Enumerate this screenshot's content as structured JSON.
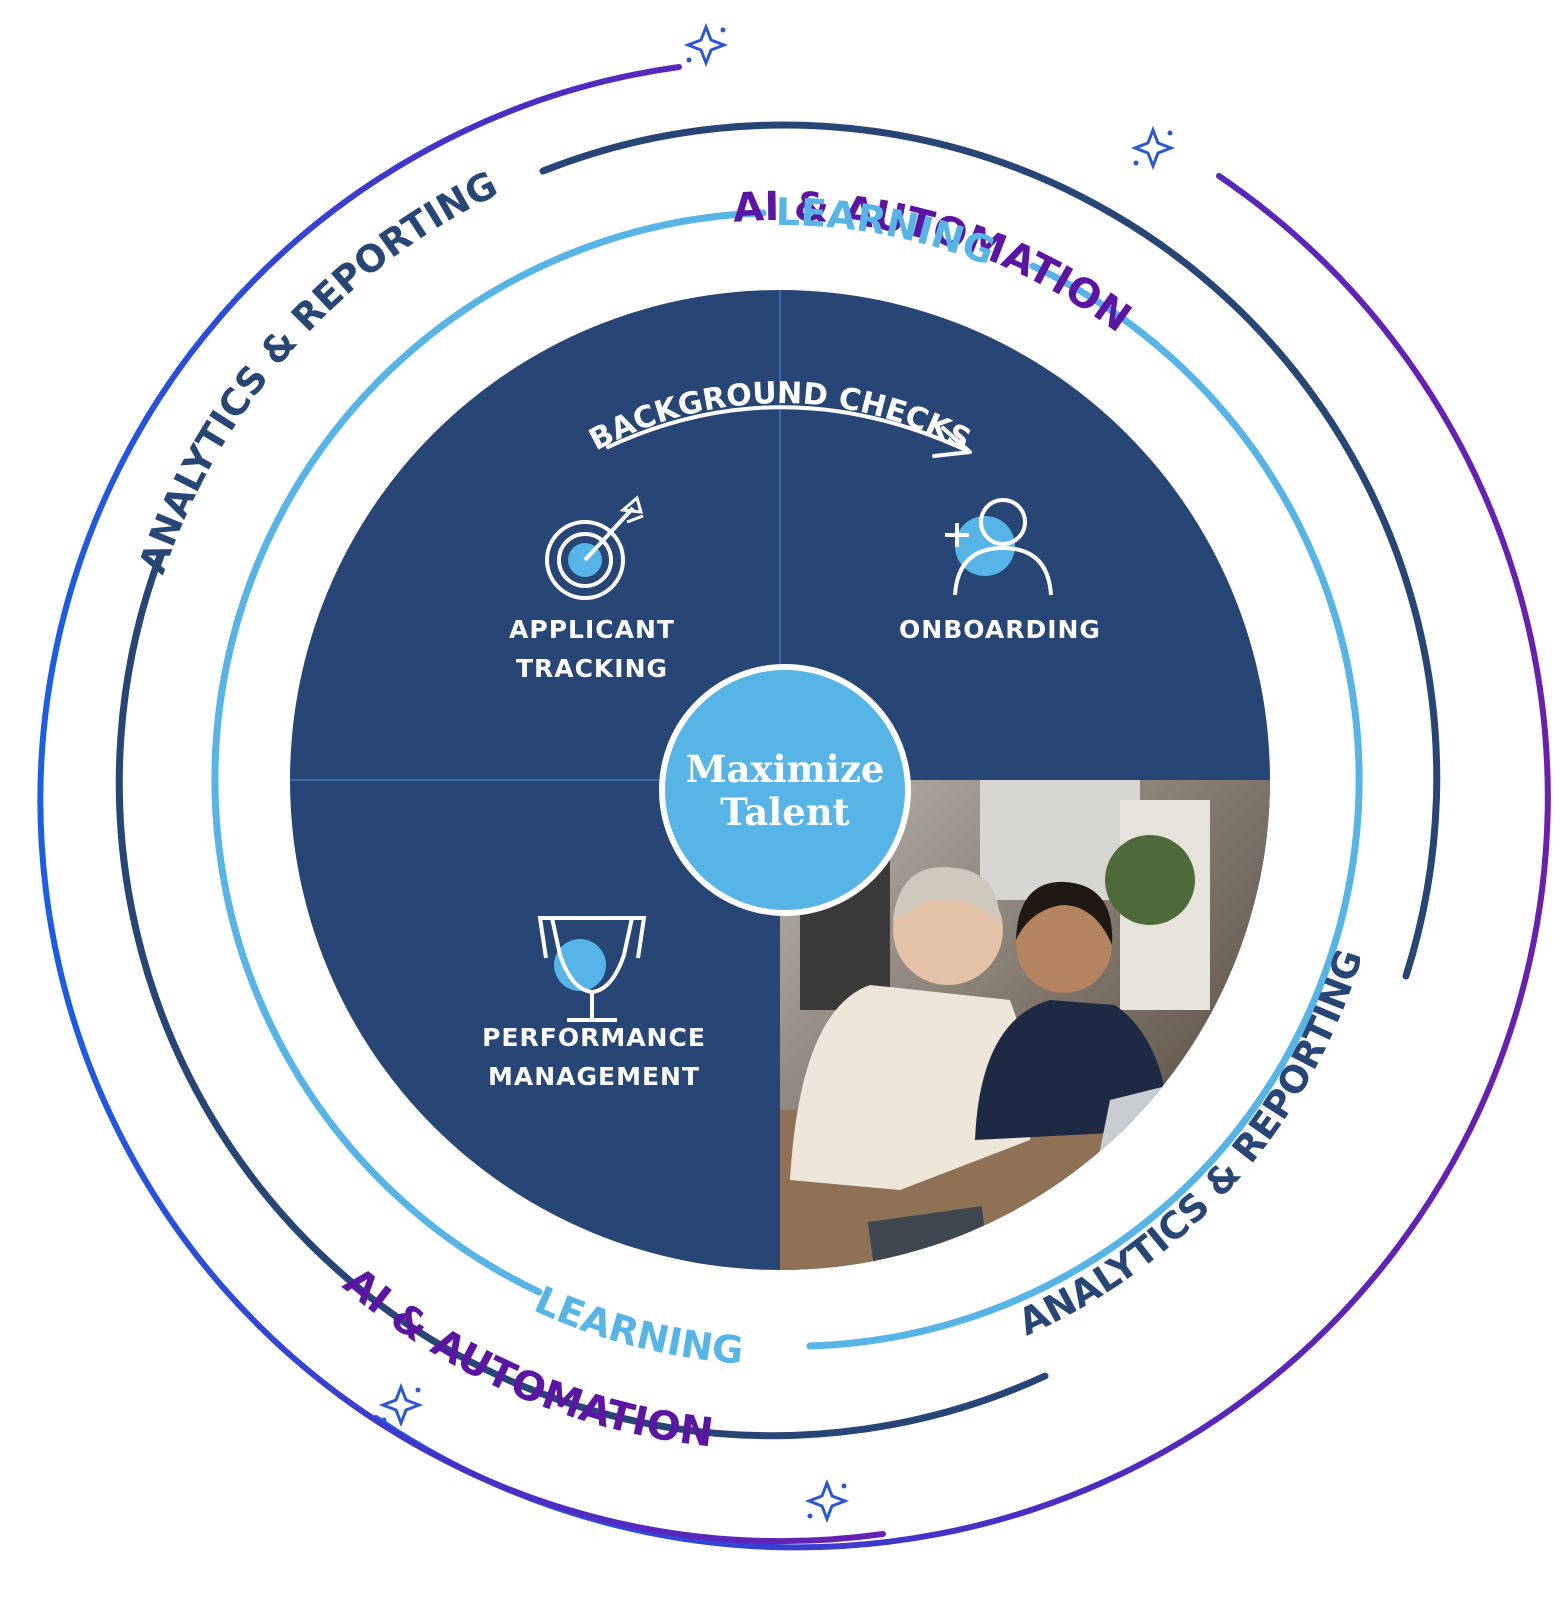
{
  "diagram": {
    "outer_ring": {
      "label": "AI & AUTOMATION"
    },
    "middle_ring": {
      "label": "ANALYTICS & REPORTING"
    },
    "inner_ring": {
      "label": "LEARNING"
    },
    "arc_label": "BACKGROUND CHECKS",
    "quadrants": {
      "applicant_tracking": {
        "line1": "APPLICANT",
        "line2": "TRACKING"
      },
      "onboarding": {
        "line1": "ONBOARDING"
      },
      "performance_management": {
        "line1": "PERFORMANCE",
        "line2": "MANAGEMENT"
      }
    },
    "center": {
      "line1": "Maximize",
      "line2": "Talent"
    }
  },
  "icons": [
    "sparkle-icon",
    "target-icon",
    "add-user-icon",
    "trophy-icon"
  ],
  "colors": {
    "navy": "#274575",
    "light_blue": "#56b5e6",
    "purple": "#5b14a3",
    "gradient_blue": "#1a5ee8",
    "gradient_purple": "#6a1fb0",
    "white": "#ffffff"
  }
}
